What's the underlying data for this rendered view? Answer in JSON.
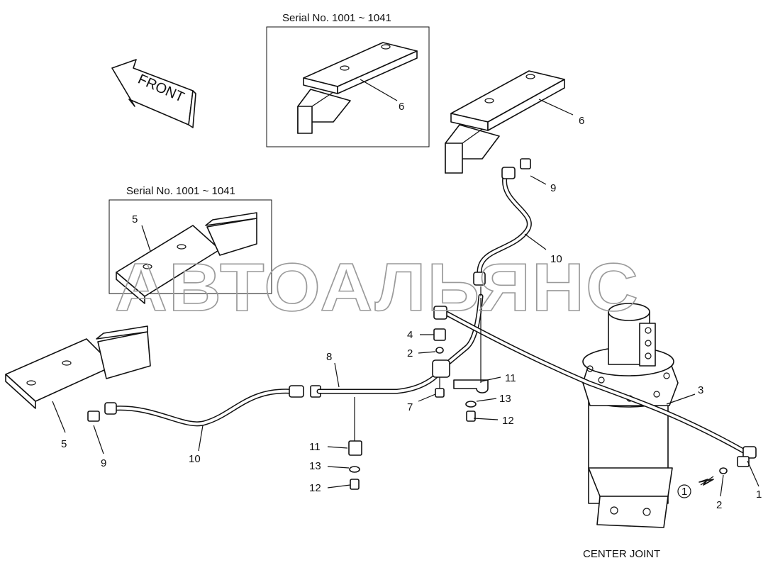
{
  "diagram": {
    "front_label": "FRONT",
    "center_joint_label": "CENTER JOINT",
    "serial_boxes": [
      {
        "label": "Serial No. 1001 ~ 1041"
      },
      {
        "label": "Serial No. 1001 ~ 1041"
      }
    ],
    "callouts": [
      "6",
      "6",
      "9",
      "9",
      "5",
      "5",
      "10",
      "10",
      "8",
      "4",
      "2",
      "7",
      "11",
      "13",
      "12",
      "11",
      "13",
      "12",
      "3",
      "1",
      "2",
      "1"
    ],
    "watermark": "АВТОАЛЬЯНС"
  }
}
